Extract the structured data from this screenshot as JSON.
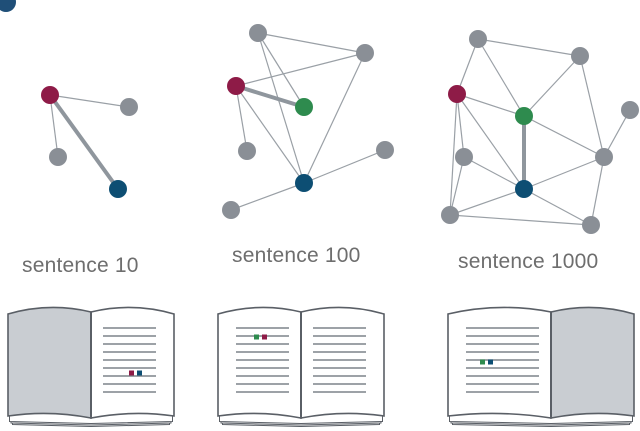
{
  "panels": [
    {
      "label": "sentence 10",
      "graph": {
        "nodes": [
          {
            "id": "a",
            "color": "#8e1b47"
          },
          {
            "id": "b",
            "color": "#8a8f96"
          },
          {
            "id": "c",
            "color": "#8a8f96"
          },
          {
            "id": "d",
            "color": "#0d4e73"
          }
        ],
        "edges": [
          [
            "a",
            "b"
          ],
          [
            "a",
            "c"
          ],
          [
            "a",
            "d"
          ]
        ],
        "thick_edges": [
          [
            "a",
            "d"
          ]
        ]
      },
      "book": {
        "text_page": "right",
        "highlight_page": "right"
      }
    },
    {
      "label": "sentence 100",
      "graph": {
        "nodes": [
          {
            "id": "n1",
            "color": "#8a8f96"
          },
          {
            "id": "n2",
            "color": "#8a8f96"
          },
          {
            "id": "r",
            "color": "#8e1b47"
          },
          {
            "id": "g",
            "color": "#2e8b4e"
          },
          {
            "id": "n3",
            "color": "#8a8f96"
          },
          {
            "id": "b",
            "color": "#0d4e73"
          },
          {
            "id": "n4",
            "color": "#8a8f96"
          },
          {
            "id": "n5",
            "color": "#8a8f96"
          }
        ],
        "edges": [
          [
            "n1",
            "n2"
          ],
          [
            "n1",
            "g"
          ],
          [
            "n1",
            "b"
          ],
          [
            "n2",
            "r"
          ],
          [
            "n2",
            "b"
          ],
          [
            "r",
            "g"
          ],
          [
            "r",
            "n3"
          ],
          [
            "r",
            "b"
          ],
          [
            "b",
            "n4"
          ],
          [
            "b",
            "n5"
          ]
        ],
        "thick_edges": [
          [
            "r",
            "g"
          ]
        ]
      },
      "book": {
        "text_page": "both",
        "highlight_page": "left"
      }
    },
    {
      "label": "sentence 1000",
      "graph": {
        "nodes": [
          {
            "id": "t1",
            "color": "#8a8f96"
          },
          {
            "id": "t2",
            "color": "#8a8f96"
          },
          {
            "id": "r",
            "color": "#8e1b47"
          },
          {
            "id": "g",
            "color": "#2e8b4e"
          },
          {
            "id": "e",
            "color": "#8a8f96"
          },
          {
            "id": "m1",
            "color": "#8a8f96"
          },
          {
            "id": "m2",
            "color": "#8a8f96"
          },
          {
            "id": "b",
            "color": "#0d4e73"
          },
          {
            "id": "l1",
            "color": "#8a8f96"
          },
          {
            "id": "l2",
            "color": "#8a8f96"
          },
          {
            "id": "l3",
            "color": "#8a8f96"
          }
        ],
        "edges": [
          [
            "t1",
            "t2"
          ],
          [
            "t1",
            "r"
          ],
          [
            "t1",
            "g"
          ],
          [
            "t2",
            "g"
          ],
          [
            "t2",
            "m2"
          ],
          [
            "r",
            "g"
          ],
          [
            "r",
            "m1"
          ],
          [
            "r",
            "b"
          ],
          [
            "r",
            "l2"
          ],
          [
            "g",
            "m2"
          ],
          [
            "g",
            "b"
          ],
          [
            "m1",
            "b"
          ],
          [
            "m1",
            "l2"
          ],
          [
            "m2",
            "b"
          ],
          [
            "m2",
            "e"
          ],
          [
            "m2",
            "l3"
          ],
          [
            "b",
            "l2"
          ],
          [
            "b",
            "l3"
          ],
          [
            "l2",
            "l3"
          ]
        ],
        "thick_edges": [
          [
            "g",
            "b"
          ]
        ]
      },
      "book": {
        "text_page": "left",
        "highlight_page": "left"
      }
    }
  ],
  "colors": {
    "node_gray": "#8a8f96",
    "node_red": "#8e1b47",
    "node_green": "#2e8b4e",
    "node_blue": "#0d4e73",
    "edge": "#9aa0a6",
    "thick_edge": "#8f969d",
    "book_cover": "#c9cdd2",
    "book_outline": "#5a5f66",
    "text_line": "#7d838a"
  }
}
